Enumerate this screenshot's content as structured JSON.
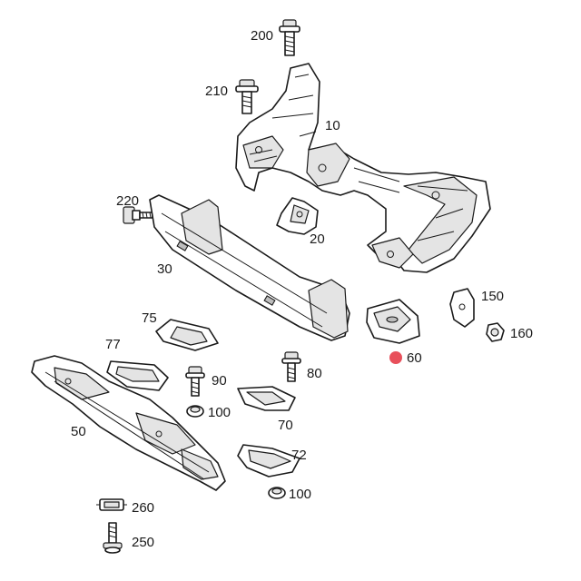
{
  "labels": {
    "p10": "10",
    "p20": "20",
    "p30": "30",
    "p50": "50",
    "p60": "60",
    "p70": "70",
    "p72": "72",
    "p75": "75",
    "p77": "77",
    "p80": "80",
    "p90": "90",
    "p100a": "100",
    "p100b": "100",
    "p150": "150",
    "p160": "160",
    "p200": "200",
    "p210": "210",
    "p220": "220",
    "p250": "250",
    "p260": "260"
  },
  "colors": {
    "line": "#1a1a1a",
    "highlight_marker": "#e8505b"
  },
  "highlighted_part": "60"
}
